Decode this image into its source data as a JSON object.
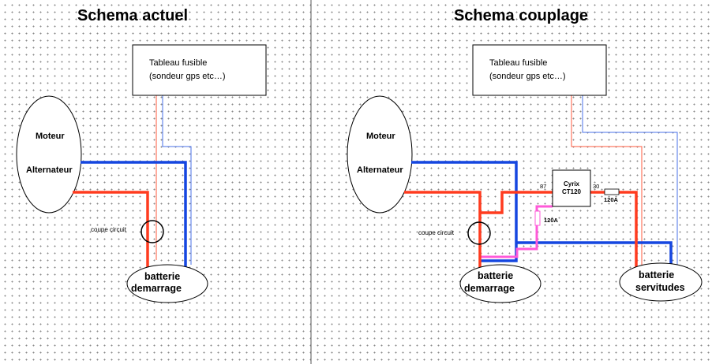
{
  "left": {
    "title": "Schema actuel",
    "fuse_panel": [
      "Tableau fusible",
      "(sondeur gps etc…)"
    ],
    "engine": [
      "Moteur",
      "Alternateur"
    ],
    "cutoff": "coupe circuit",
    "battery": [
      "batterie",
      "demarrage"
    ]
  },
  "right": {
    "title": "Schema couplage",
    "fuse_panel": [
      "Tableau fusible",
      "(sondeur gps etc…)"
    ],
    "engine": [
      "Moteur",
      "Alternateur"
    ],
    "cutoff": "coupe circuit",
    "battery_start": [
      "batterie",
      "demarrage"
    ],
    "battery_service": [
      "batterie",
      "servitudes"
    ],
    "coupler": [
      "Cyrix",
      "CT120"
    ],
    "terminal_in": "87",
    "terminal_out": "30",
    "fuse_main": "120A",
    "fuse_pink": "120A"
  },
  "colors": {
    "positive": "#ff3b1f",
    "negative": "#1546e0",
    "thin_red": "#ff5a3c",
    "thin_blue": "#4a72e8",
    "link": "#ff5ad8",
    "outline": "#000000"
  }
}
